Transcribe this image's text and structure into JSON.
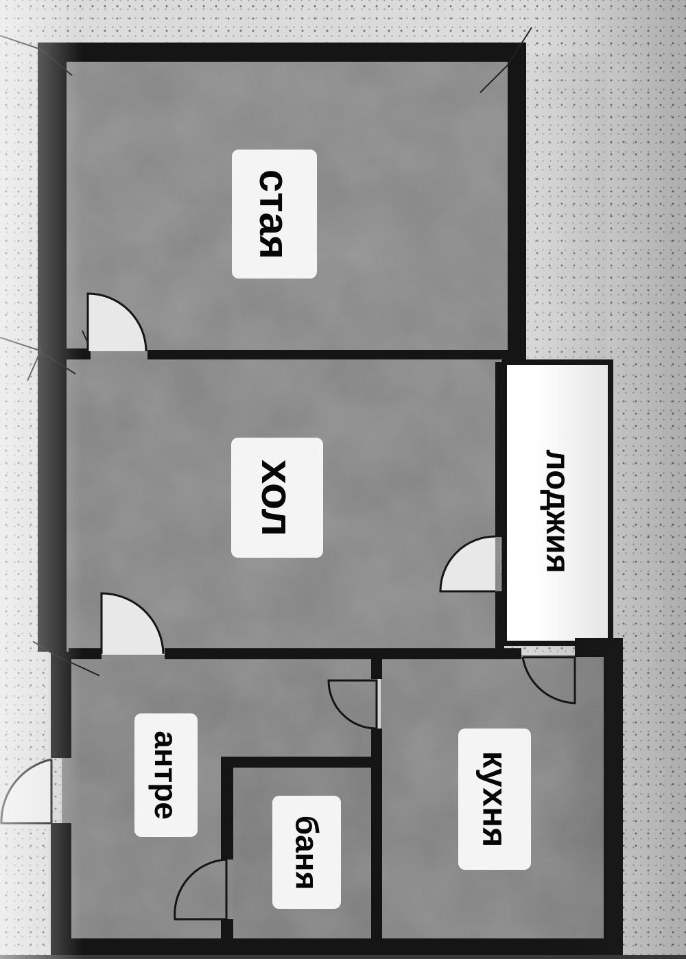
{
  "rooms": {
    "staya": "стая",
    "hol": "хол",
    "lodzhiya": "лоджия",
    "antre": "антре",
    "banya": "баня",
    "kuhnya": "кухня"
  },
  "colors": {
    "wall": "#151515",
    "floor": "#8c8c8c",
    "loggia": "#ffffff",
    "label_bg": "#f4f4f4"
  }
}
